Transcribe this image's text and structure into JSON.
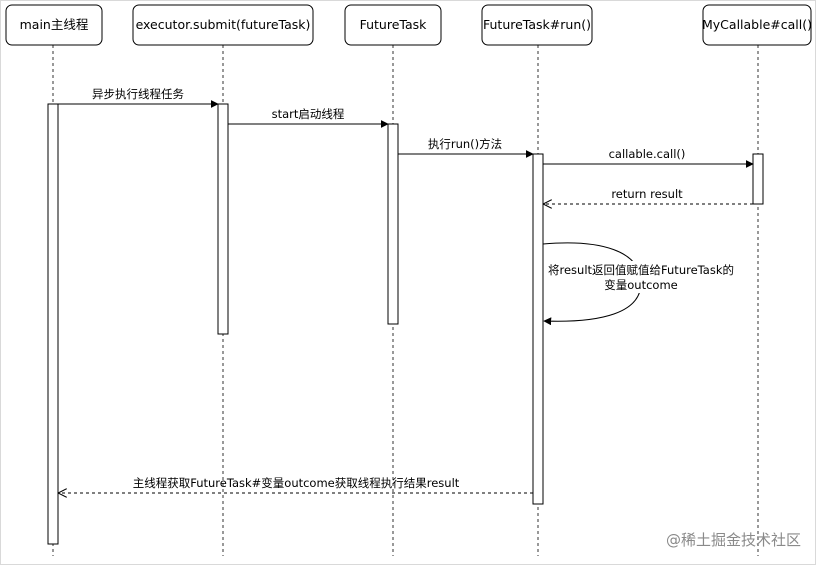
{
  "participants": [
    {
      "label": "main主线程"
    },
    {
      "label": "executor.submit(futureTask)"
    },
    {
      "label": "FutureTask"
    },
    {
      "label": "FutureTask#run()"
    },
    {
      "label": "MyCallable#call()"
    }
  ],
  "messages": [
    {
      "label": "异步执行线程任务",
      "style": "solid"
    },
    {
      "label": "start启动线程",
      "style": "solid"
    },
    {
      "label": "执行run()方法",
      "style": "solid"
    },
    {
      "label": "callable.call()",
      "style": "solid"
    },
    {
      "label": "return   result",
      "style": "dashed"
    },
    {
      "label_line1": "将result返回值赋值给FutureTask的",
      "label_line2": "变量outcome",
      "style": "self"
    },
    {
      "label": "主线程获取FutureTask#变量outcome获取线程执行结果result",
      "style": "dashed"
    }
  ],
  "watermark": "@稀土掘金技术社区",
  "colors": {
    "line": "#000000",
    "lifeline": "#333333",
    "dashed_return": "#000000",
    "box_fill": "#ffffff"
  }
}
